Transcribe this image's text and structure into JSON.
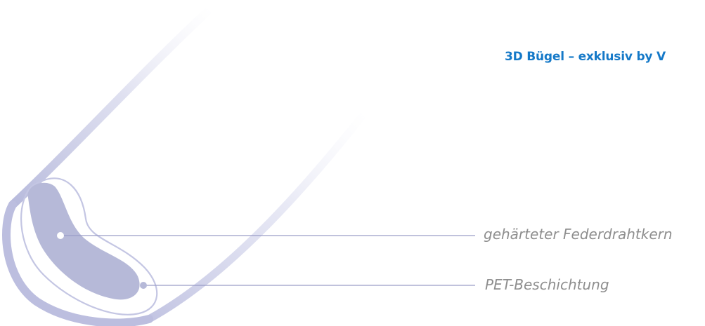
{
  "headline": "3D Bügel – exklusiv by V",
  "callouts": {
    "core": "gehärteter Federdrahtkern",
    "coating": "PET-Beschichtung"
  },
  "colors": {
    "headline": "#1579c8",
    "label_text": "#8e8e8e",
    "wire_outline": "#bcbedf",
    "wire_core": "#b6b9d8",
    "leader_line": "#9a9dc8"
  }
}
